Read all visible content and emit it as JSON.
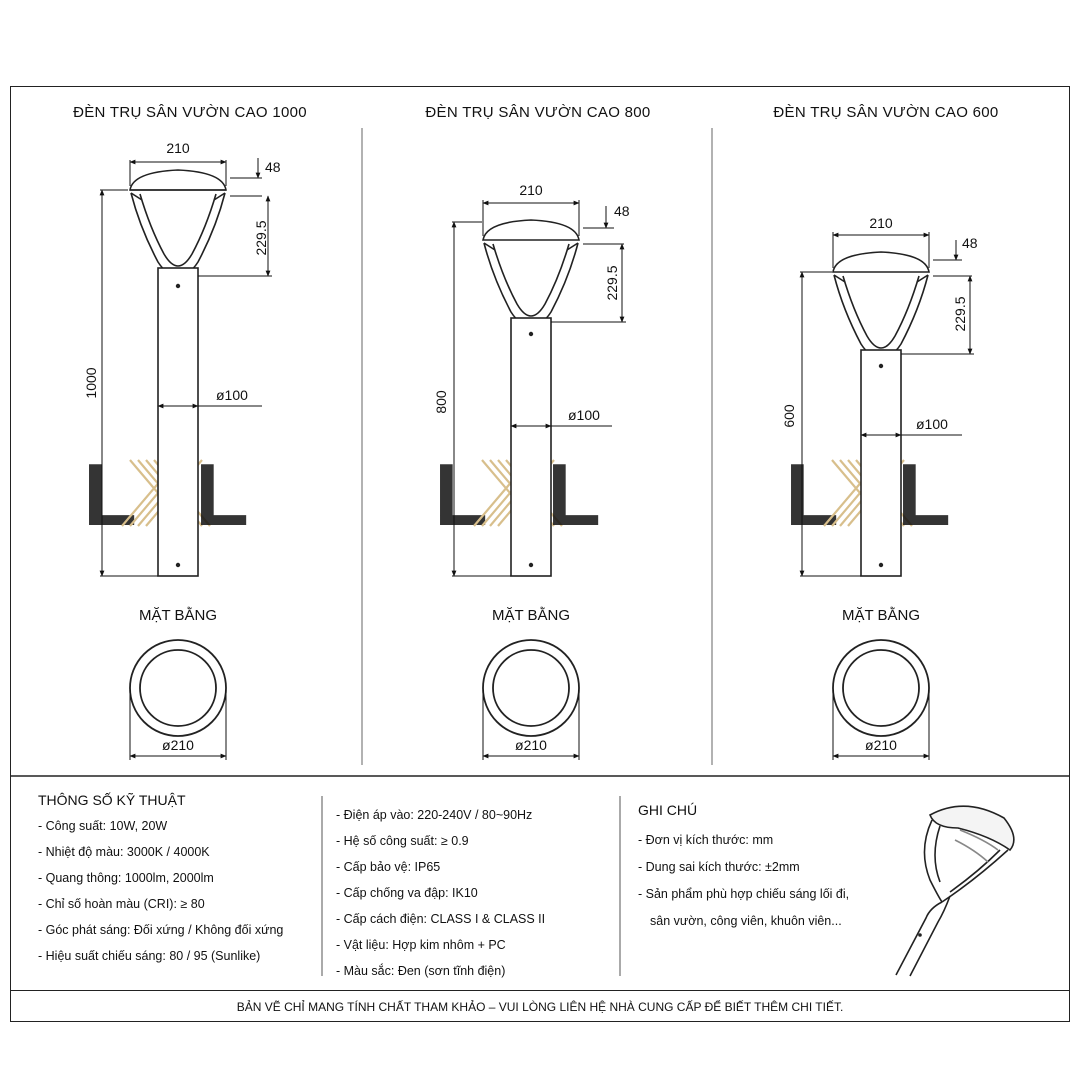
{
  "lamps": [
    {
      "title": "ĐÈN TRỤ SÂN VƯỜN CAO 1000",
      "width_label": "210",
      "cap_label": "48",
      "head_label": "229.5",
      "height_label": "1000",
      "pole_label": "ø100",
      "plan_title": "MẶT BẰNG",
      "plan_label": "ø210"
    },
    {
      "title": "ĐÈN TRỤ SÂN VƯỜN CAO 800",
      "width_label": "210",
      "cap_label": "48",
      "head_label": "229.5",
      "height_label": "800",
      "pole_label": "ø100",
      "plan_title": "MẶT BẰNG",
      "plan_label": "ø210"
    },
    {
      "title": "ĐÈN TRỤ SÂN VƯỜN CAO 600",
      "width_label": "210",
      "cap_label": "48",
      "head_label": "229.5",
      "height_label": "600",
      "pole_label": "ø100",
      "plan_title": "MẶT BẰNG",
      "plan_label": "ø210"
    }
  ],
  "watermark": {
    "left": "L",
    "middle": "X",
    "right": "L",
    "accent_color": "#d8bf8c",
    "letter_color": "#555555"
  },
  "specs": {
    "heading": "THÔNG SỐ KỸ THUẬT",
    "col1": [
      "- Công suất: 10W, 20W",
      "- Nhiệt độ màu: 3000K / 4000K",
      "- Quang thông: 1000lm, 2000lm",
      "- Chỉ số hoàn màu (CRI): ≥ 80",
      "- Góc phát sáng: Đối xứng / Không đối xứng",
      "- Hiệu suất chiếu sáng: 80 / 95 (Sunlike)"
    ],
    "col2": [
      "- Điện áp vào: 220-240V / 80~90Hz",
      "- Hệ số công suất: ≥ 0.9",
      "- Cấp bảo vệ: IP65",
      "- Cấp chống va đập: IK10",
      "- Cấp cách điện: CLASS I & CLASS II",
      "- Vật liệu: Hợp kim nhôm + PC",
      "- Màu sắc: Đen (sơn tĩnh điện)"
    ]
  },
  "notes": {
    "heading": "GHI CHÚ",
    "items": [
      "- Đơn vị kích thước: mm",
      "- Dung sai kích thước: ±2mm",
      "- Sản phẩm phù hợp chiếu sáng lối đi,",
      "sân vườn, công viên, khuôn viên..."
    ]
  },
  "footer": "BẢN VẼ CHỈ MANG TÍNH CHẤT THAM KHẢO – VUI LÒNG LIÊN HỆ NHÀ CUNG CẤP ĐỂ BIẾT THÊM CHI TIẾT."
}
